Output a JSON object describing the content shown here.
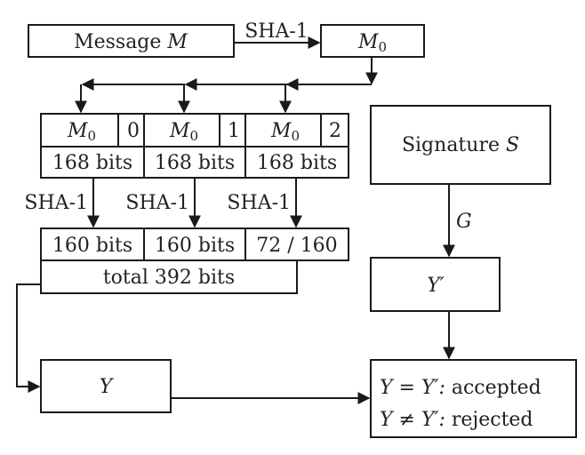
{
  "diagram": {
    "message_box": {
      "label": "Message ",
      "var": "M"
    },
    "hash_label_top": "SHA-1",
    "m0_box": {
      "var": "M",
      "sub": "0"
    },
    "blocks": [
      {
        "var": "M",
        "sub": "0",
        "index": "0",
        "bits": "168 bits",
        "hash_label": "SHA-1",
        "output": "160 bits"
      },
      {
        "var": "M",
        "sub": "0",
        "index": "1",
        "bits": "168 bits",
        "hash_label": "SHA-1",
        "output": "160 bits"
      },
      {
        "var": "M",
        "sub": "0",
        "index": "2",
        "bits": "168 bits",
        "hash_label": "SHA-1",
        "output": "72 / 160"
      }
    ],
    "total_box": "total 392 bits",
    "y_box": "Y",
    "signature_box": {
      "label": "Signature ",
      "var": "S"
    },
    "g_label": "G",
    "y_prime_box": "Y′",
    "result_box": {
      "line1_math": "Y = Y′:",
      "line1_text": " accepted",
      "line2_math": "Y ≠ Y′:",
      "line2_text": " rejected"
    }
  }
}
